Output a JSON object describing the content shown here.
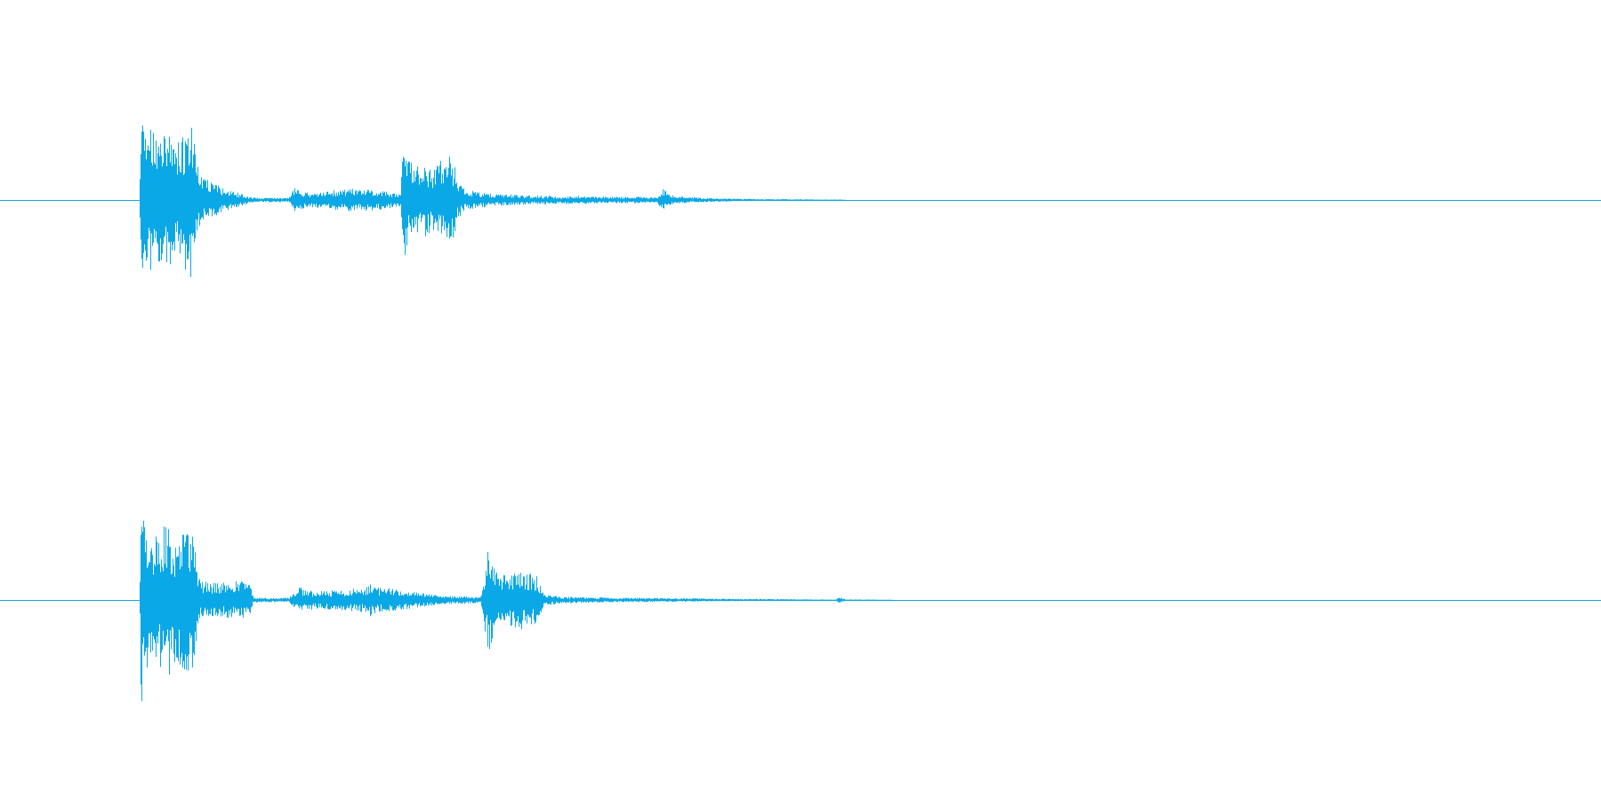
{
  "colors": {
    "background": "#ffffff",
    "waveform": "#0aa8e6"
  },
  "channels": [
    {
      "name": "channel-1",
      "amplitude_envelope": [
        [
          0.0,
          0.0
        ],
        [
          0.087,
          0.0
        ],
        [
          0.088,
          1.0
        ],
        [
          0.09,
          0.7
        ],
        [
          0.095,
          0.62
        ],
        [
          0.1,
          0.55
        ],
        [
          0.105,
          0.65
        ],
        [
          0.108,
          0.45
        ],
        [
          0.112,
          0.55
        ],
        [
          0.117,
          0.68
        ],
        [
          0.12,
          0.7
        ],
        [
          0.122,
          0.4
        ],
        [
          0.125,
          0.22
        ],
        [
          0.13,
          0.18
        ],
        [
          0.135,
          0.14
        ],
        [
          0.14,
          0.1
        ],
        [
          0.145,
          0.08
        ],
        [
          0.15,
          0.06
        ],
        [
          0.155,
          0.03
        ],
        [
          0.16,
          0.02
        ],
        [
          0.17,
          0.02
        ],
        [
          0.18,
          0.02
        ],
        [
          0.184,
          0.12
        ],
        [
          0.187,
          0.08
        ],
        [
          0.195,
          0.07
        ],
        [
          0.205,
          0.08
        ],
        [
          0.215,
          0.1
        ],
        [
          0.225,
          0.1
        ],
        [
          0.235,
          0.09
        ],
        [
          0.245,
          0.07
        ],
        [
          0.25,
          0.06
        ],
        [
          0.252,
          0.6
        ],
        [
          0.255,
          0.35
        ],
        [
          0.26,
          0.3
        ],
        [
          0.265,
          0.33
        ],
        [
          0.27,
          0.28
        ],
        [
          0.275,
          0.35
        ],
        [
          0.28,
          0.4
        ],
        [
          0.283,
          0.35
        ],
        [
          0.286,
          0.16
        ],
        [
          0.29,
          0.1
        ],
        [
          0.3,
          0.07
        ],
        [
          0.31,
          0.05
        ],
        [
          0.32,
          0.05
        ],
        [
          0.33,
          0.04
        ],
        [
          0.34,
          0.04
        ],
        [
          0.35,
          0.03
        ],
        [
          0.36,
          0.04
        ],
        [
          0.37,
          0.03
        ],
        [
          0.38,
          0.03
        ],
        [
          0.39,
          0.03
        ],
        [
          0.4,
          0.03
        ],
        [
          0.41,
          0.02
        ],
        [
          0.414,
          0.1
        ],
        [
          0.418,
          0.05
        ],
        [
          0.425,
          0.03
        ],
        [
          0.44,
          0.02
        ],
        [
          0.45,
          0.015
        ],
        [
          0.47,
          0.01
        ],
        [
          0.49,
          0.008
        ],
        [
          0.51,
          0.005
        ],
        [
          0.525,
          0.004
        ],
        [
          0.53,
          0.0
        ],
        [
          1.0,
          0.0
        ]
      ]
    },
    {
      "name": "channel-2",
      "amplitude_envelope": [
        [
          0.0,
          0.0
        ],
        [
          0.087,
          0.0
        ],
        [
          0.088,
          1.0
        ],
        [
          0.09,
          0.65
        ],
        [
          0.095,
          0.55
        ],
        [
          0.1,
          0.62
        ],
        [
          0.105,
          0.7
        ],
        [
          0.108,
          0.55
        ],
        [
          0.112,
          0.6
        ],
        [
          0.118,
          0.72
        ],
        [
          0.121,
          0.55
        ],
        [
          0.124,
          0.2
        ],
        [
          0.13,
          0.15
        ],
        [
          0.14,
          0.16
        ],
        [
          0.15,
          0.18
        ],
        [
          0.156,
          0.14
        ],
        [
          0.158,
          0.03
        ],
        [
          0.165,
          0.02
        ],
        [
          0.18,
          0.02
        ],
        [
          0.187,
          0.12
        ],
        [
          0.19,
          0.09
        ],
        [
          0.2,
          0.08
        ],
        [
          0.21,
          0.09
        ],
        [
          0.22,
          0.1
        ],
        [
          0.228,
          0.11
        ],
        [
          0.231,
          0.16
        ],
        [
          0.234,
          0.12
        ],
        [
          0.245,
          0.1
        ],
        [
          0.255,
          0.08
        ],
        [
          0.265,
          0.06
        ],
        [
          0.275,
          0.04
        ],
        [
          0.3,
          0.03
        ],
        [
          0.305,
          0.48
        ],
        [
          0.31,
          0.28
        ],
        [
          0.315,
          0.24
        ],
        [
          0.32,
          0.26
        ],
        [
          0.325,
          0.27
        ],
        [
          0.335,
          0.22
        ],
        [
          0.34,
          0.05
        ],
        [
          0.35,
          0.03
        ],
        [
          0.37,
          0.025
        ],
        [
          0.39,
          0.02
        ],
        [
          0.41,
          0.018
        ],
        [
          0.43,
          0.015
        ],
        [
          0.45,
          0.012
        ],
        [
          0.47,
          0.01
        ],
        [
          0.49,
          0.008
        ],
        [
          0.505,
          0.006
        ],
        [
          0.522,
          0.004
        ],
        [
          0.524,
          0.03
        ],
        [
          0.528,
          0.006
        ],
        [
          0.54,
          0.004
        ],
        [
          0.555,
          0.003
        ],
        [
          0.56,
          0.0
        ],
        [
          1.0,
          0.0
        ]
      ]
    }
  ]
}
